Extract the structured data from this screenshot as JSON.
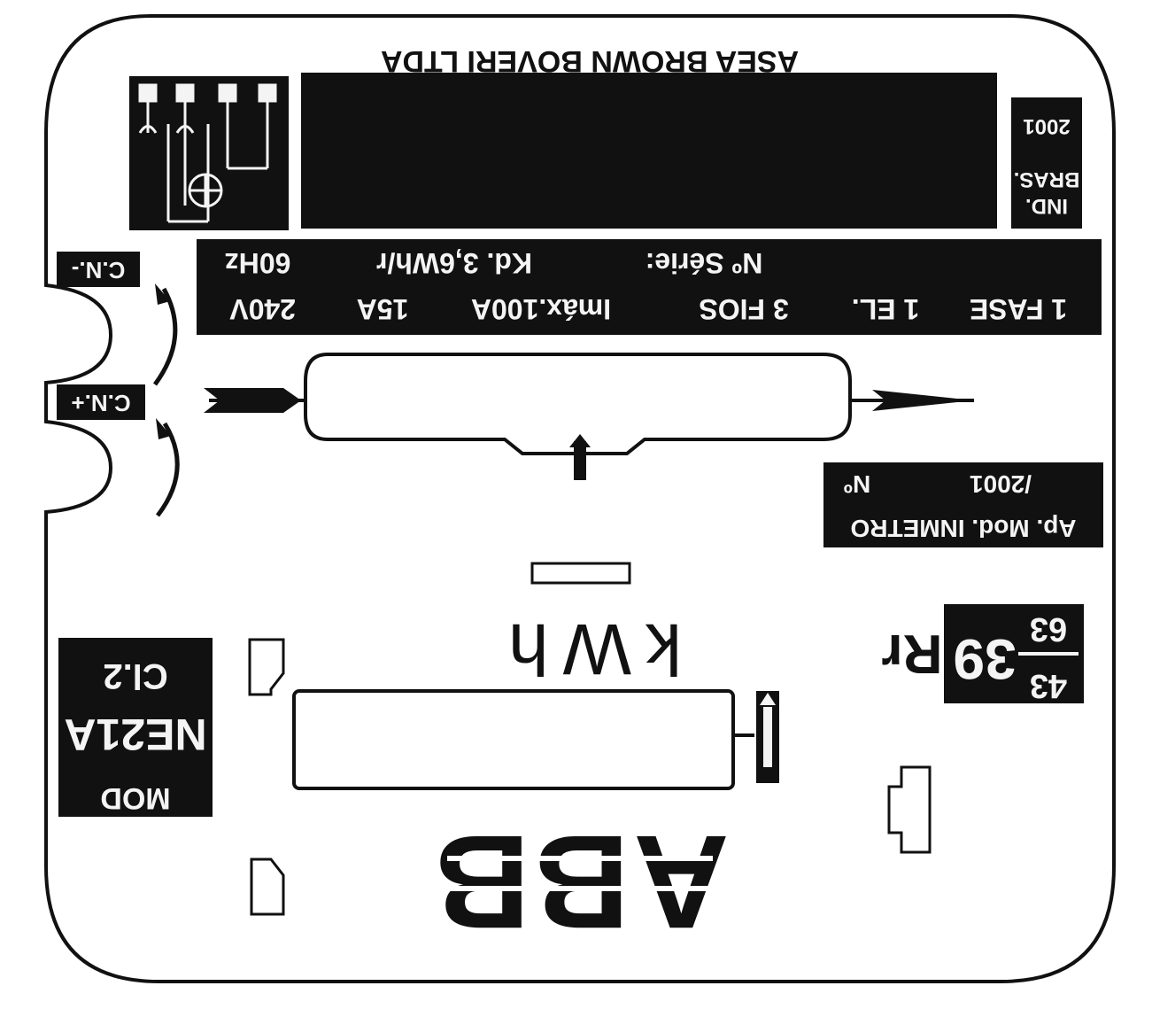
{
  "manufacturer": "ASEA BROWN BOVERI LTDA",
  "origin": {
    "line1": "IND.",
    "line2": "BRAS.",
    "line3": "2001"
  },
  "spec_row1": [
    "240V",
    "15A",
    "Imáx.100A",
    "3 FIOS",
    "1 EL.",
    "1 FASE"
  ],
  "spec_row2": [
    "60Hz",
    "Kd. 3,6Wh/r",
    "Nº Série:"
  ],
  "terminals": {
    "cn_minus": "C.N.-",
    "cn_plus": "C.N.+"
  },
  "approval": {
    "line1": "Ap. Mod. INMETRO",
    "line2_label": "Nº",
    "line2_value": "/2001"
  },
  "unit": "kWh",
  "register_ratio": {
    "big": "Rr",
    "main": "39",
    "top": "63",
    "bottom": "43"
  },
  "model": {
    "label": "MOD",
    "name": "NE21A",
    "class": "Cl.2"
  },
  "brand_logo": "ABB",
  "colors": {
    "ink": "#111111",
    "paper": "#ffffff",
    "reverse_text": "#f4f4f4"
  }
}
